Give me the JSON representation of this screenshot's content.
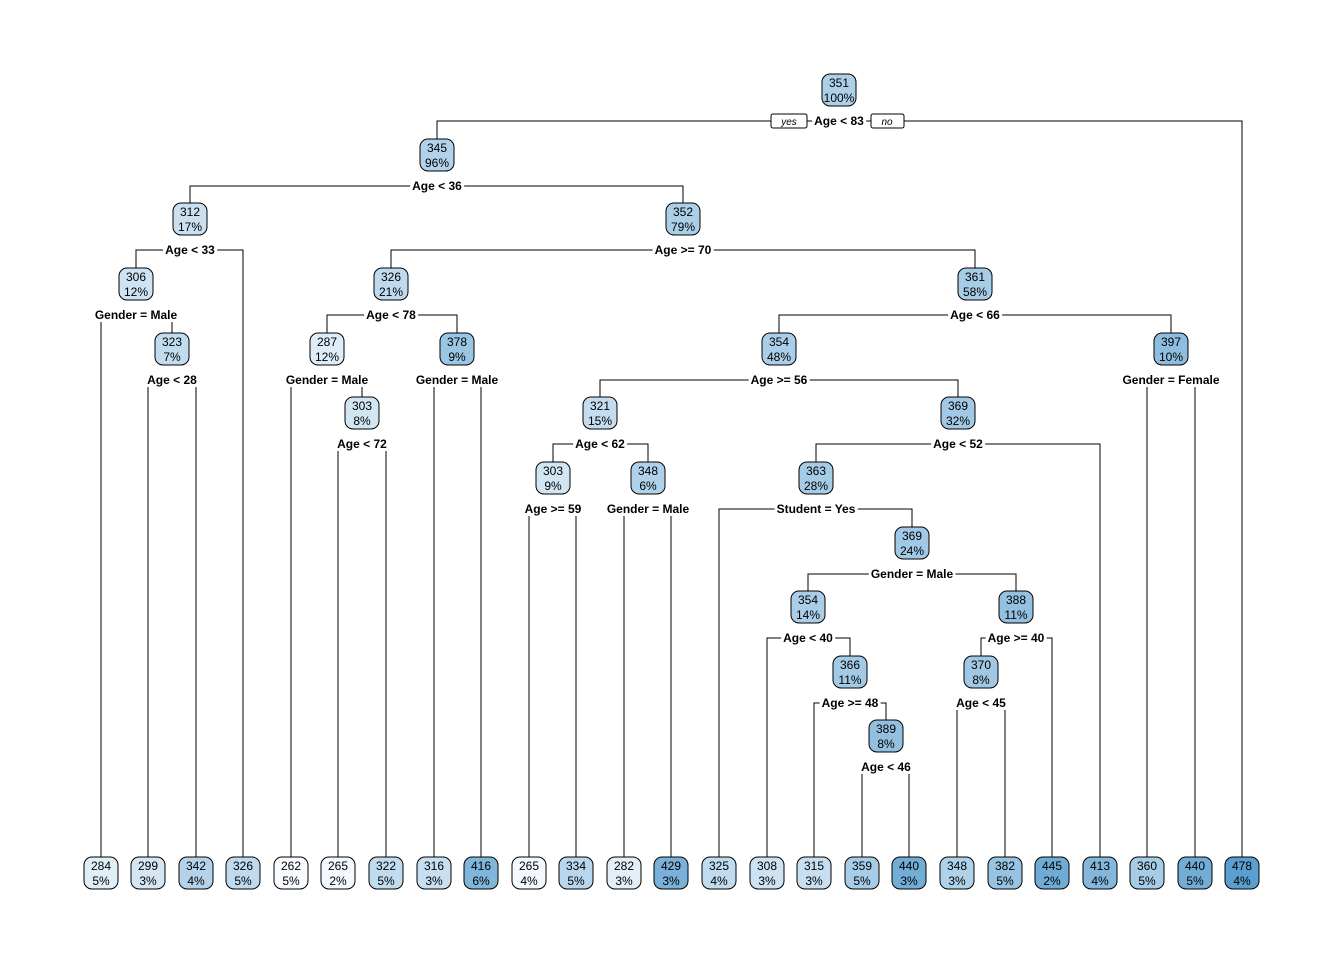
{
  "colors": {
    "low": "#f7fbff",
    "high": "#5a9fcf",
    "line": "#000000"
  },
  "root_labels": {
    "yes": "yes",
    "no": "no"
  },
  "tree": {
    "value": "351",
    "pct": "100%",
    "split": "Age < 83",
    "children": [
      {
        "value": "345",
        "pct": "96%",
        "split": "Age < 36",
        "children": [
          {
            "value": "312",
            "pct": "17%",
            "split": "Age < 33",
            "children": [
              {
                "value": "306",
                "pct": "12%",
                "split": "Gender =  Male",
                "children": [
                  {
                    "value": "284",
                    "pct": "5%"
                  },
                  {
                    "value": "323",
                    "pct": "7%",
                    "split": "Age < 28",
                    "children": [
                      {
                        "value": "299",
                        "pct": "3%"
                      },
                      {
                        "value": "342",
                        "pct": "4%"
                      }
                    ]
                  }
                ]
              },
              {
                "value": "326",
                "pct": "5%"
              }
            ]
          },
          {
            "value": "352",
            "pct": "79%",
            "split": "Age >= 70",
            "children": [
              {
                "value": "326",
                "pct": "21%",
                "split": "Age < 78",
                "children": [
                  {
                    "value": "287",
                    "pct": "12%",
                    "split": "Gender =  Male",
                    "children": [
                      {
                        "value": "262",
                        "pct": "5%"
                      },
                      {
                        "value": "303",
                        "pct": "8%",
                        "split": "Age < 72",
                        "children": [
                          {
                            "value": "265",
                            "pct": "2%"
                          },
                          {
                            "value": "322",
                            "pct": "5%"
                          }
                        ]
                      }
                    ]
                  },
                  {
                    "value": "378",
                    "pct": "9%",
                    "split": "Gender =  Male",
                    "children": [
                      {
                        "value": "316",
                        "pct": "3%"
                      },
                      {
                        "value": "416",
                        "pct": "6%"
                      }
                    ]
                  }
                ]
              },
              {
                "value": "361",
                "pct": "58%",
                "split": "Age < 66",
                "children": [
                  {
                    "value": "354",
                    "pct": "48%",
                    "split": "Age >= 56",
                    "children": [
                      {
                        "value": "321",
                        "pct": "15%",
                        "split": "Age < 62",
                        "children": [
                          {
                            "value": "303",
                            "pct": "9%",
                            "split": "Age >= 59",
                            "children": [
                              {
                                "value": "265",
                                "pct": "4%"
                              },
                              {
                                "value": "334",
                                "pct": "5%"
                              }
                            ]
                          },
                          {
                            "value": "348",
                            "pct": "6%",
                            "split": "Gender =  Male",
                            "children": [
                              {
                                "value": "282",
                                "pct": "3%"
                              },
                              {
                                "value": "429",
                                "pct": "3%"
                              }
                            ]
                          }
                        ]
                      },
                      {
                        "value": "369",
                        "pct": "32%",
                        "split": "Age < 52",
                        "children": [
                          {
                            "value": "363",
                            "pct": "28%",
                            "split": "Student = Yes",
                            "children": [
                              {
                                "value": "325",
                                "pct": "4%"
                              },
                              {
                                "value": "369",
                                "pct": "24%",
                                "split": "Gender =  Male",
                                "children": [
                                  {
                                    "value": "354",
                                    "pct": "14%",
                                    "split": "Age < 40",
                                    "children": [
                                      {
                                        "value": "308",
                                        "pct": "3%"
                                      },
                                      {
                                        "value": "366",
                                        "pct": "11%",
                                        "split": "Age >= 48",
                                        "children": [
                                          {
                                            "value": "315",
                                            "pct": "3%"
                                          },
                                          {
                                            "value": "389",
                                            "pct": "8%",
                                            "split": "Age < 46",
                                            "children": [
                                              {
                                                "value": "359",
                                                "pct": "5%"
                                              },
                                              {
                                                "value": "440",
                                                "pct": "3%"
                                              }
                                            ]
                                          }
                                        ]
                                      }
                                    ]
                                  },
                                  {
                                    "value": "388",
                                    "pct": "11%",
                                    "split": "Age >= 40",
                                    "children": [
                                      {
                                        "value": "370",
                                        "pct": "8%",
                                        "split": "Age < 45",
                                        "children": [
                                          {
                                            "value": "348",
                                            "pct": "3%"
                                          },
                                          {
                                            "value": "382",
                                            "pct": "5%"
                                          }
                                        ]
                                      },
                                      {
                                        "value": "445",
                                        "pct": "2%"
                                      }
                                    ]
                                  }
                                ]
                              }
                            ]
                          },
                          {
                            "value": "413",
                            "pct": "4%"
                          }
                        ]
                      }
                    ]
                  },
                  {
                    "value": "397",
                    "pct": "10%",
                    "split": "Gender = Female",
                    "children": [
                      {
                        "value": "360",
                        "pct": "5%"
                      },
                      {
                        "value": "440",
                        "pct": "5%"
                      }
                    ]
                  }
                ]
              }
            ]
          }
        ]
      },
      {
        "value": "478",
        "pct": "4%"
      }
    ]
  }
}
